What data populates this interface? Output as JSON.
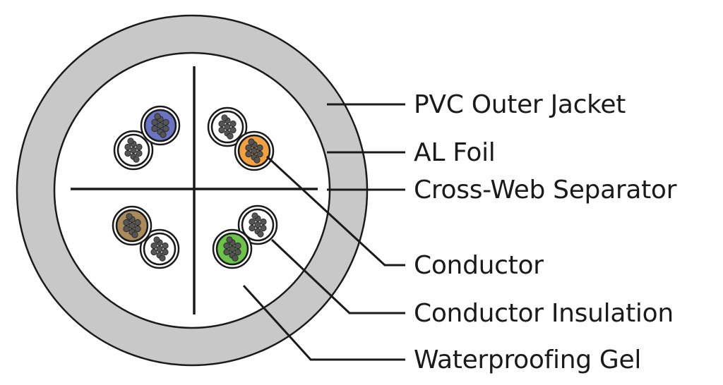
{
  "labels": {
    "outer_jacket": "PVC Outer Jacket",
    "foil": "AL Foil",
    "separator": "Cross-Web Separator",
    "conductor": "Conductor",
    "insulation": "Conductor Insulation",
    "gel": "Waterproofing Gel"
  },
  "colors": {
    "jacket": "#c8c8c8",
    "outline": "#1a1a1a",
    "blue": "#6a74c0",
    "orange": "#f2a044",
    "brown": "#a88a5c",
    "green": "#6cc24a",
    "white_pair": "#ffffff",
    "strand": "#555555"
  },
  "pairs": [
    {
      "name": "blue-pair",
      "color": "blue"
    },
    {
      "name": "orange-pair",
      "color": "orange"
    },
    {
      "name": "brown-pair",
      "color": "brown"
    },
    {
      "name": "green-pair",
      "color": "green"
    }
  ]
}
